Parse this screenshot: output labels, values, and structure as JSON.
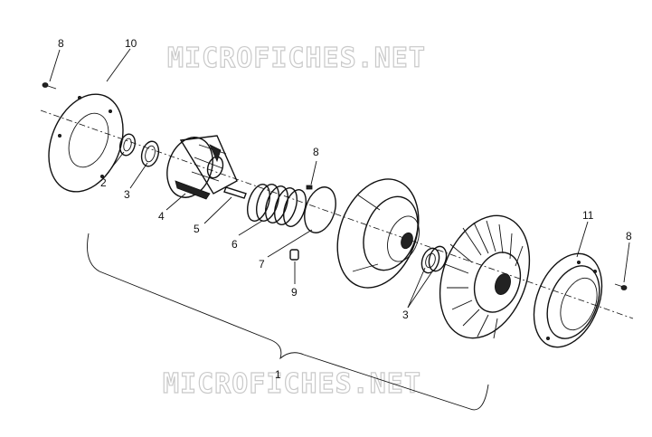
{
  "watermark": {
    "top": "MICROFICHES.NET",
    "bottom": "MICROFICHES.NET"
  },
  "callouts": {
    "c8_left": "8",
    "c10": "10",
    "c2": "2",
    "c3_left": "3",
    "c4": "4",
    "c5": "5",
    "c8_mid": "8",
    "c6": "6",
    "c7": "7",
    "c9": "9",
    "c3_right": "3",
    "c11": "11",
    "c8_right": "8",
    "c1": "1"
  }
}
